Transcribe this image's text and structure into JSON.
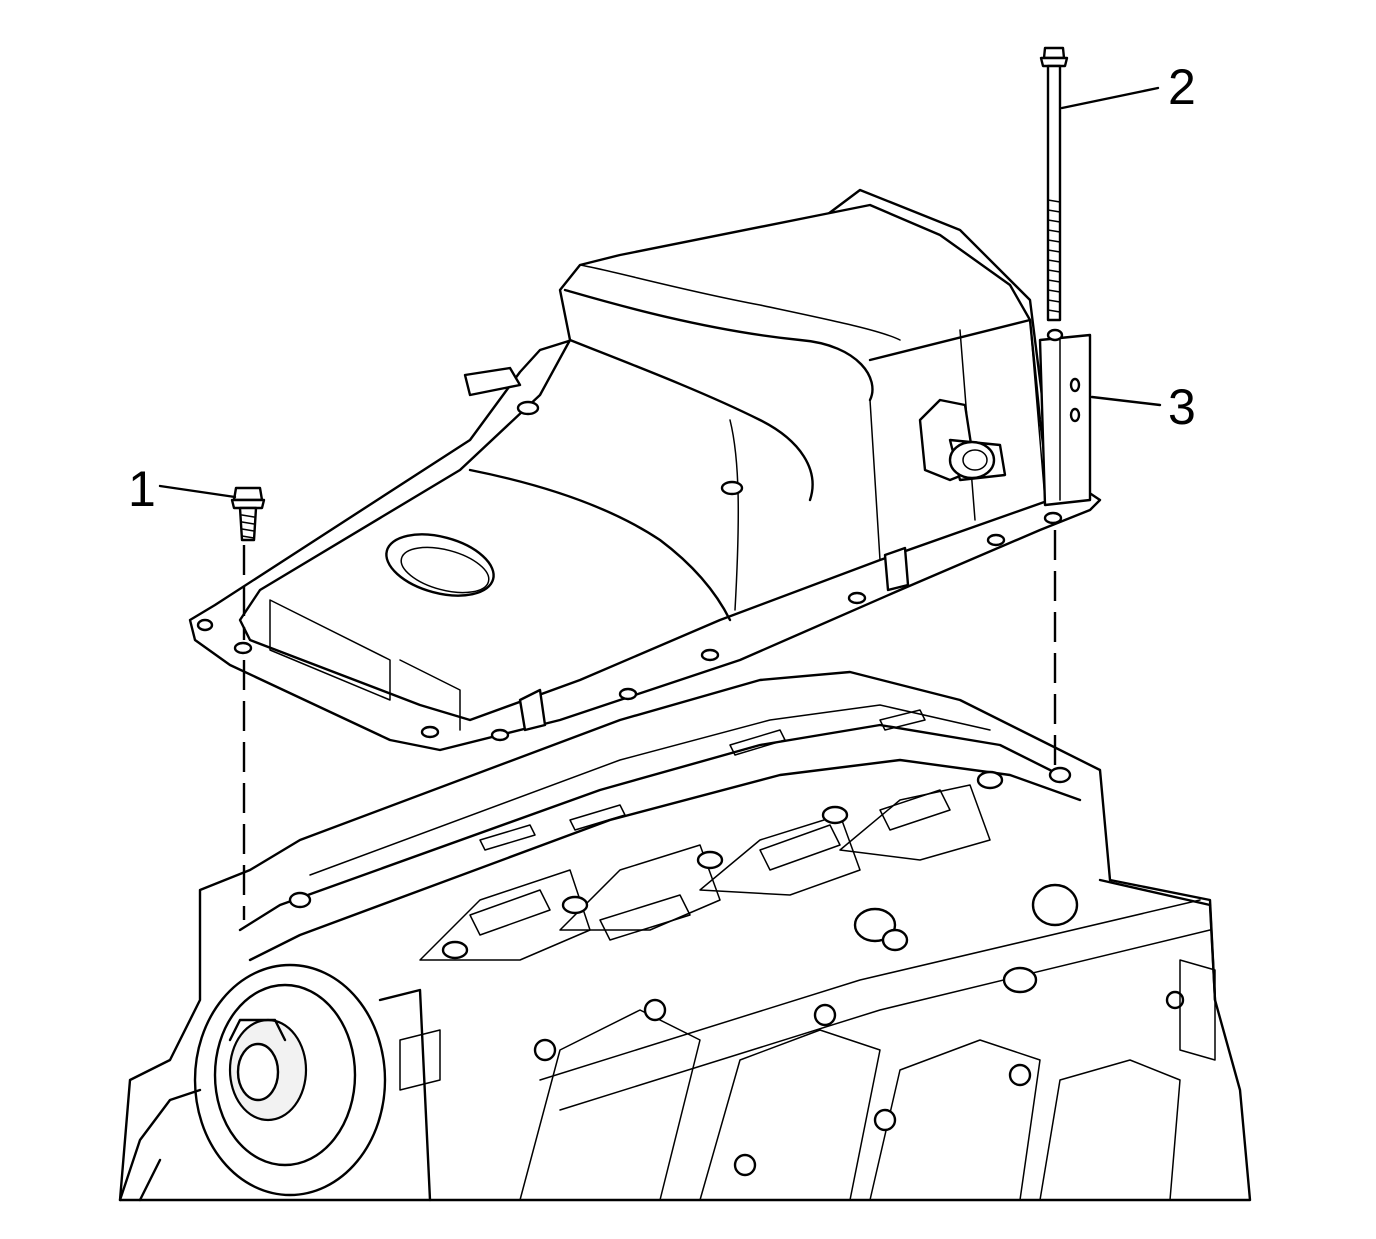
{
  "callouts": [
    {
      "label": "1",
      "part": "bolt"
    },
    {
      "label": "2",
      "part": "long-bolt"
    },
    {
      "label": "3",
      "part": "oil-pan"
    }
  ]
}
